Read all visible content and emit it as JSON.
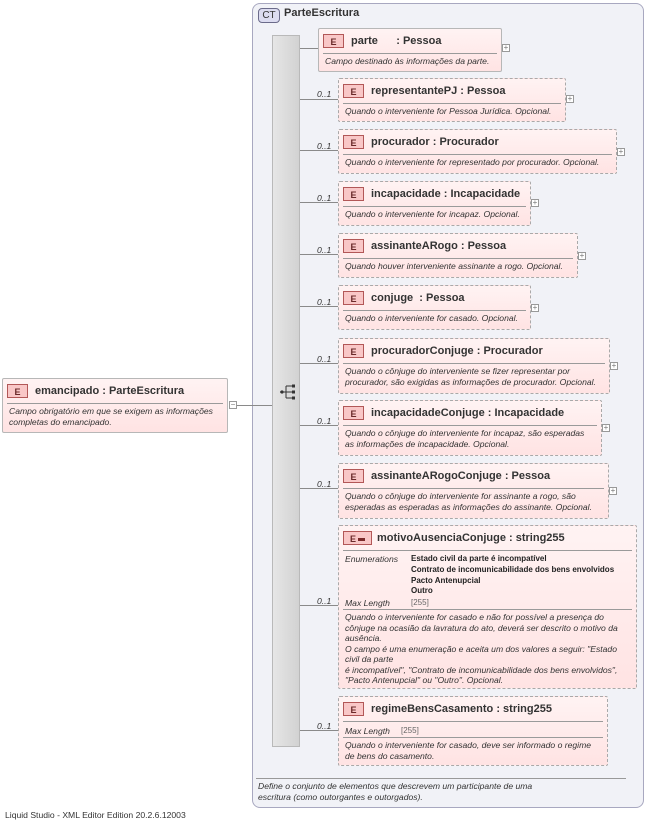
{
  "complex_type": {
    "badge": "CT",
    "name": "ParteEscritura",
    "description": "Define o conjunto de elementos que descrevem um participante de uma escritura (como outorgantes e outorgados)."
  },
  "root": {
    "badge": "E",
    "title": "emancipado : ParteEscritura",
    "description": "Campo obrigatório em que se exigem as informações completas do emancipado."
  },
  "elements": [
    {
      "badge": "E",
      "title": "parte      : Pessoa",
      "mult": "",
      "description": "Campo destinado às informações da parte."
    },
    {
      "badge": "E",
      "title": "representantePJ : Pessoa",
      "mult": "0..1",
      "description": "Quando o interveniente for Pessoa Jurídica. Opcional."
    },
    {
      "badge": "E",
      "title": "procurador : Procurador",
      "mult": "0..1",
      "description": "Quando o interveniente for representado por procurador. Opcional."
    },
    {
      "badge": "E",
      "title": "incapacidade : Incapacidade",
      "mult": "0..1",
      "description": "Quando o interveniente for incapaz. Opcional."
    },
    {
      "badge": "E",
      "title": "assinanteARogo : Pessoa",
      "mult": "0..1",
      "description": "Quando houver interveniente assinante a rogo. Opcional."
    },
    {
      "badge": "E",
      "title": "conjuge  : Pessoa",
      "mult": "0..1",
      "description": "Quando o interveniente for casado. Opcional."
    },
    {
      "badge": "E",
      "title": "procuradorConjuge : Procurador",
      "mult": "0..1",
      "description": "Quando o cônjuge do interveniente se fizer representar por procurador, são exigidas as informações de procurador. Opcional."
    },
    {
      "badge": "E",
      "title": "incapacidadeConjuge : Incapacidade",
      "mult": "0..1",
      "description": "Quando o cônjuge do interveniente for incapaz, são esperadas as informações de incapacidade. Opcional."
    },
    {
      "badge": "E",
      "title": "assinanteARogoConjuge : Pessoa",
      "mult": "0..1",
      "description": "Quando o cônjuge do interveniente for assinante a rogo, são esperadas as esperadas as informações do assinante. Opcional."
    }
  ],
  "motivo": {
    "badge": "E",
    "title": "motivoAusenciaConjuge : string255",
    "mult": "0..1",
    "enum_label": "Enumerations",
    "enums": [
      "Estado civil da parte é incompatível",
      "Contrato de incomunicabilidade dos bens envolvidos",
      "Pacto Antenupcial",
      "Outro"
    ],
    "maxlen_label": "Max Length",
    "maxlen_value": "[255]",
    "description": "Quando o interveniente for casado e não for possível a presença do cônjuge na ocasião da lavratura do ato, deverá ser descrito o motivo da ausência.\nO campo é uma enumeração e aceita um dos valores a seguir: \"Estado civil da parte\né incompatível\", \"Contrato de incomunicabilidade dos bens envolvidos\", \"Pacto Antenupcial\" ou \"Outro\". Opcional."
  },
  "regime": {
    "badge": "E",
    "title": "regimeBensCasamento : string255",
    "mult": "0..1",
    "maxlen_label": "Max Length",
    "maxlen_value": "[255]",
    "description": "Quando o interveniente for casado, deve ser informado o regime de bens do casamento."
  },
  "footer": "Liquid Studio - XML Editor Edition 20.2.6.12003"
}
